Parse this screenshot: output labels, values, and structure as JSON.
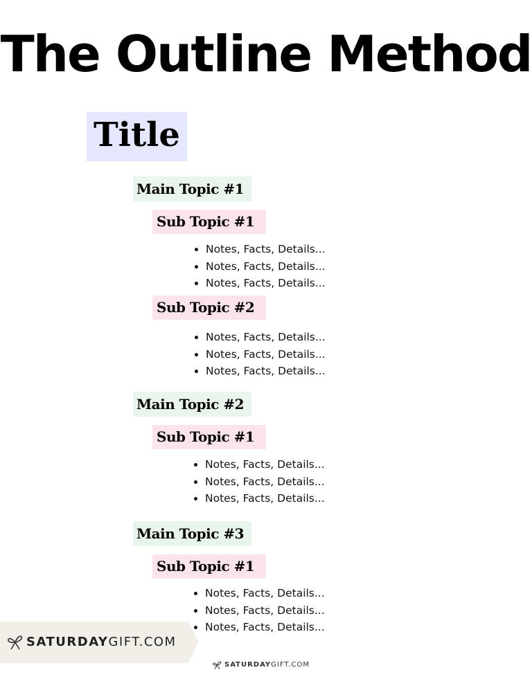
{
  "page_title": "The Outline Method",
  "outline": {
    "title": "Title",
    "main1": {
      "label": "Main Topic #1",
      "sub1": {
        "label": "Sub Topic #1",
        "notes": [
          "Notes, Facts, Details...",
          "Notes, Facts, Details...",
          "Notes, Facts, Details..."
        ]
      },
      "sub2": {
        "label": "Sub Topic #2",
        "notes": [
          "Notes, Facts, Details...",
          "Notes, Facts, Details...",
          "Notes, Facts, Details..."
        ]
      }
    },
    "main2": {
      "label": "Main Topic #2",
      "sub1": {
        "label": "Sub Topic #1",
        "notes": [
          "Notes, Facts, Details...",
          "Notes, Facts, Details...",
          "Notes, Facts, Details..."
        ]
      }
    },
    "main3": {
      "label": "Main Topic #3",
      "sub1": {
        "label": "Sub Topic #1",
        "notes": [
          "Notes, Facts, Details...",
          "Notes, Facts, Details...",
          "Notes, Facts, Details..."
        ]
      }
    }
  },
  "branding": {
    "tag_bold": "SATURDAY",
    "tag_light": "GIFT.COM",
    "footer_bold": "SATURDAY",
    "footer_light": "GIFT.COM",
    "icon": "bow-ribbon-icon"
  },
  "colors": {
    "title_bg": "#e5e8fc",
    "main_topic_bg": "#e9f5ea",
    "sub_topic_bg": "#fbe3ea",
    "brand_tag_bg": "#f2efe9"
  }
}
